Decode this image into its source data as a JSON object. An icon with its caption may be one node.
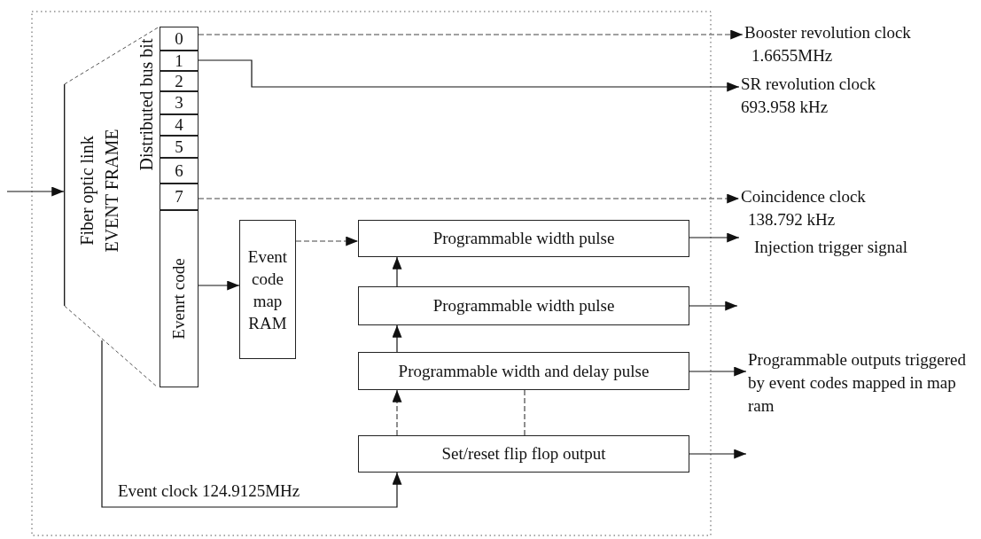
{
  "diagram": {
    "nodes": [
      {
        "text": [
          "Fiber optic link",
          "EVENT FRAME"
        ]
      },
      {
        "text": [
          "0"
        ]
      },
      {
        "text": [
          "1"
        ]
      },
      {
        "text": [
          "2"
        ]
      },
      {
        "text": [
          "3"
        ]
      },
      {
        "text": [
          "4"
        ]
      },
      {
        "text": [
          "5"
        ]
      },
      {
        "text": [
          "6"
        ]
      },
      {
        "text": [
          "7"
        ]
      },
      {
        "text": [
          "Evenrt code"
        ]
      },
      {
        "text": [
          "Event code map RAM"
        ]
      },
      {
        "text": [
          "Programmable width pulse"
        ]
      },
      {
        "text": [
          "Programmable width pulse"
        ]
      },
      {
        "text": [
          "Programmable width and delay pulse"
        ]
      },
      {
        "text": [
          "Set/reset flip flop output"
        ]
      },
      {
        "text": [
          "Booster revolution clock",
          "1.6655MHz"
        ]
      },
      {
        "text": [
          "SR revolution clock",
          "693.958 kHz"
        ]
      },
      {
        "text": [
          "Coincidence clock",
          "138.792 kHz"
        ]
      },
      {
        "text": [
          "Injection trigger signal"
        ]
      },
      {
        "text": [
          "Programmable outputs triggered by event codes mapped in map ram"
        ]
      }
    ],
    "edges": [
      {
        "from": null,
        "to": 0,
        "arrow": "to"
      },
      {
        "from": 1,
        "to": 15,
        "arrow": "to",
        "style": "dashed"
      },
      {
        "from": 2,
        "to": 16,
        "arrow": "to"
      },
      {
        "from": 8,
        "to": 17,
        "arrow": "to",
        "style": "dashed"
      },
      {
        "from": 9,
        "to": 10,
        "arrow": "to"
      },
      {
        "from": 10,
        "to": 11,
        "arrow": "to",
        "style": "dashed"
      },
      {
        "from": 12,
        "to": 11,
        "arrow": "to"
      },
      {
        "from": 13,
        "to": 12,
        "arrow": "to"
      },
      {
        "from": 14,
        "to": 13,
        "arrow": "to",
        "style": "dashed"
      },
      {
        "from": 13,
        "to": 14,
        "arrow": "none",
        "style": "dashed"
      },
      {
        "from": 11,
        "to": 18,
        "arrow": "to"
      },
      {
        "from": 12,
        "to": null,
        "arrow": "to"
      },
      {
        "from": 13,
        "to": 19,
        "arrow": "to"
      },
      {
        "from": 14,
        "to": null,
        "arrow": "to"
      },
      {
        "from": 0,
        "to": 14,
        "arrow": "to",
        "label": "Event clock 124.9125MHz"
      }
    ],
    "labels": [
      "Distributed bus bit"
    ]
  }
}
